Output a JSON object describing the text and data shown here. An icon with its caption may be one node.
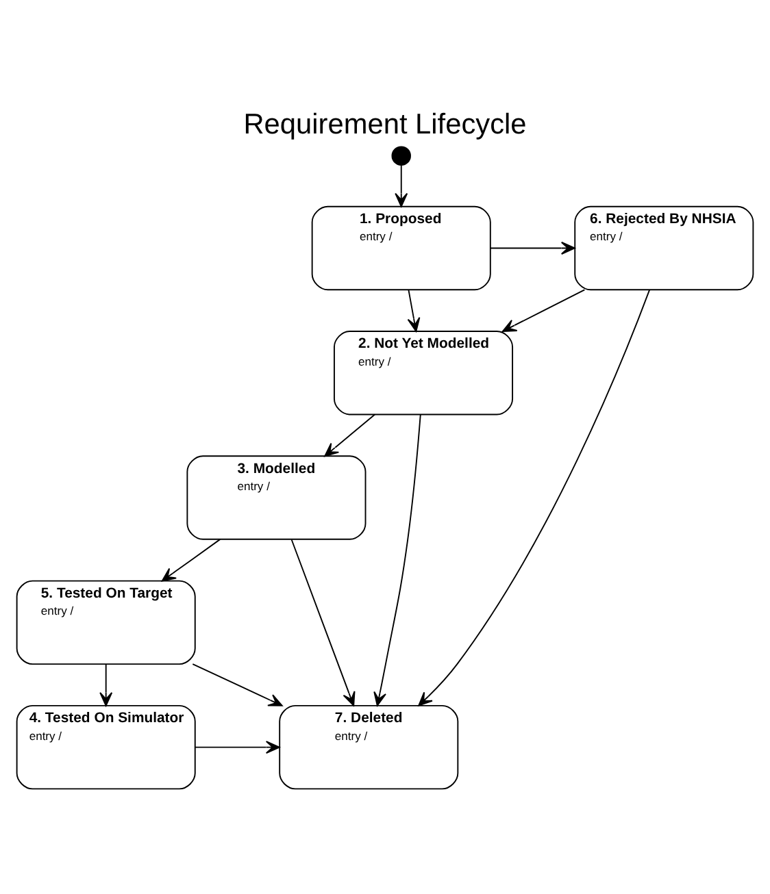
{
  "diagram": {
    "title": "Requirement Lifecycle",
    "nodes": [
      {
        "text": [],
        "shape": "circle"
      },
      {
        "text": [
          "1. Proposed",
          "entry /"
        ]
      },
      {
        "text": [
          "6. Rejected By NHSIA",
          "entry /"
        ]
      },
      {
        "text": [
          "2. Not Yet Modelled",
          "entry /"
        ]
      },
      {
        "text": [
          "3. Modelled",
          "entry /"
        ]
      },
      {
        "text": [
          "5. Tested On Target",
          "entry /"
        ]
      },
      {
        "text": [
          "4. Tested On Simulator",
          "entry /"
        ]
      },
      {
        "text": [
          "7. Deleted",
          "entry /"
        ]
      }
    ],
    "edges": [
      {
        "from": 0,
        "to": 1,
        "arrow": "to"
      },
      {
        "from": 1,
        "to": 2,
        "arrow": "to"
      },
      {
        "from": 1,
        "to": 3,
        "arrow": "to"
      },
      {
        "from": 2,
        "to": 3,
        "arrow": "to"
      },
      {
        "from": 2,
        "to": 7,
        "arrow": "to"
      },
      {
        "from": 3,
        "to": 4,
        "arrow": "to"
      },
      {
        "from": 3,
        "to": 7,
        "arrow": "to"
      },
      {
        "from": 4,
        "to": 5,
        "arrow": "to"
      },
      {
        "from": 4,
        "to": 7,
        "arrow": "to"
      },
      {
        "from": 5,
        "to": 6,
        "arrow": "to"
      },
      {
        "from": 5,
        "to": 7,
        "arrow": "to"
      },
      {
        "from": 6,
        "to": 7,
        "arrow": "to"
      }
    ]
  }
}
